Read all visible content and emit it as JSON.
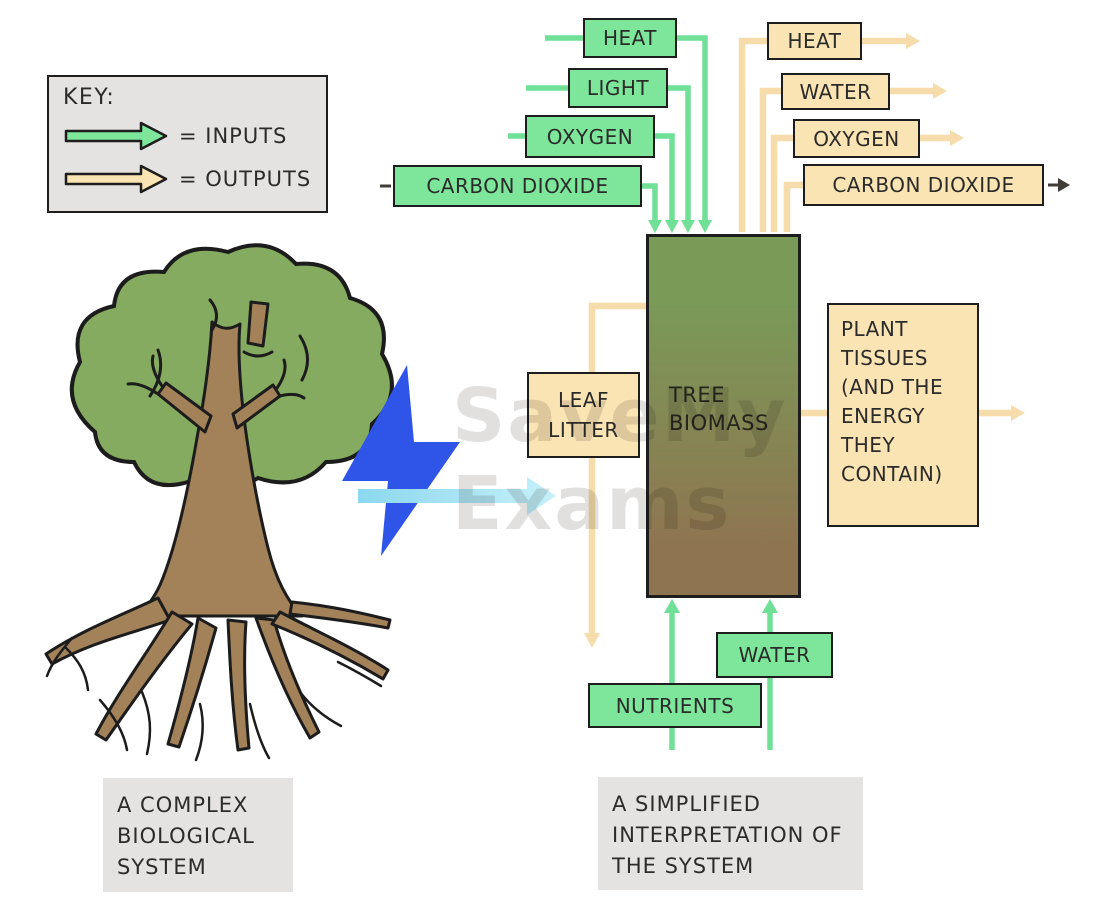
{
  "colors": {
    "input_green": "#7de69a",
    "output_tan": "#fbe4b4",
    "line_green": "#6fe096",
    "line_tan": "#f6dcaa",
    "dark_line": "#3f3d36",
    "box_border": "#1d1d1d",
    "text": "#2b2b2b",
    "panel_gray": "#e4e3e1",
    "biomass_top": "#7a9a58",
    "biomass_bottom": "#8f7450",
    "bolt_blue": "#2f55e8",
    "arrow_blue_left": "#8cd8ee",
    "arrow_blue_right": "#c6f0fa",
    "canopy_green": "#85ab60",
    "trunk_brown": "#a3825a",
    "outline_dark": "#1c1c1c"
  },
  "key": {
    "title": "KEY:",
    "inputs_label": "= INPUTS",
    "outputs_label": "= OUTPUTS"
  },
  "inputs": {
    "top": [
      "HEAT",
      "LIGHT",
      "OXYGEN",
      "CARBON DIOXIDE"
    ],
    "bottom": [
      "WATER",
      "NUTRIENTS"
    ]
  },
  "outputs": {
    "top": [
      "HEAT",
      "WATER",
      "OXYGEN",
      "CARBON DIOXIDE"
    ],
    "leaf_litter": "LEAF LITTER",
    "plant_tissues": "PLANT TISSUES (AND THE ENERGY THEY CONTAIN)"
  },
  "system_box": {
    "label": "TREE BIOMASS"
  },
  "captions": {
    "left": "A COMPLEX BIOLOGICAL SYSTEM",
    "right": "A SIMPLIFIED INTERPRETATION OF THE SYSTEM"
  },
  "watermark": {
    "line1": "SaveMy",
    "line2": "Exams"
  }
}
